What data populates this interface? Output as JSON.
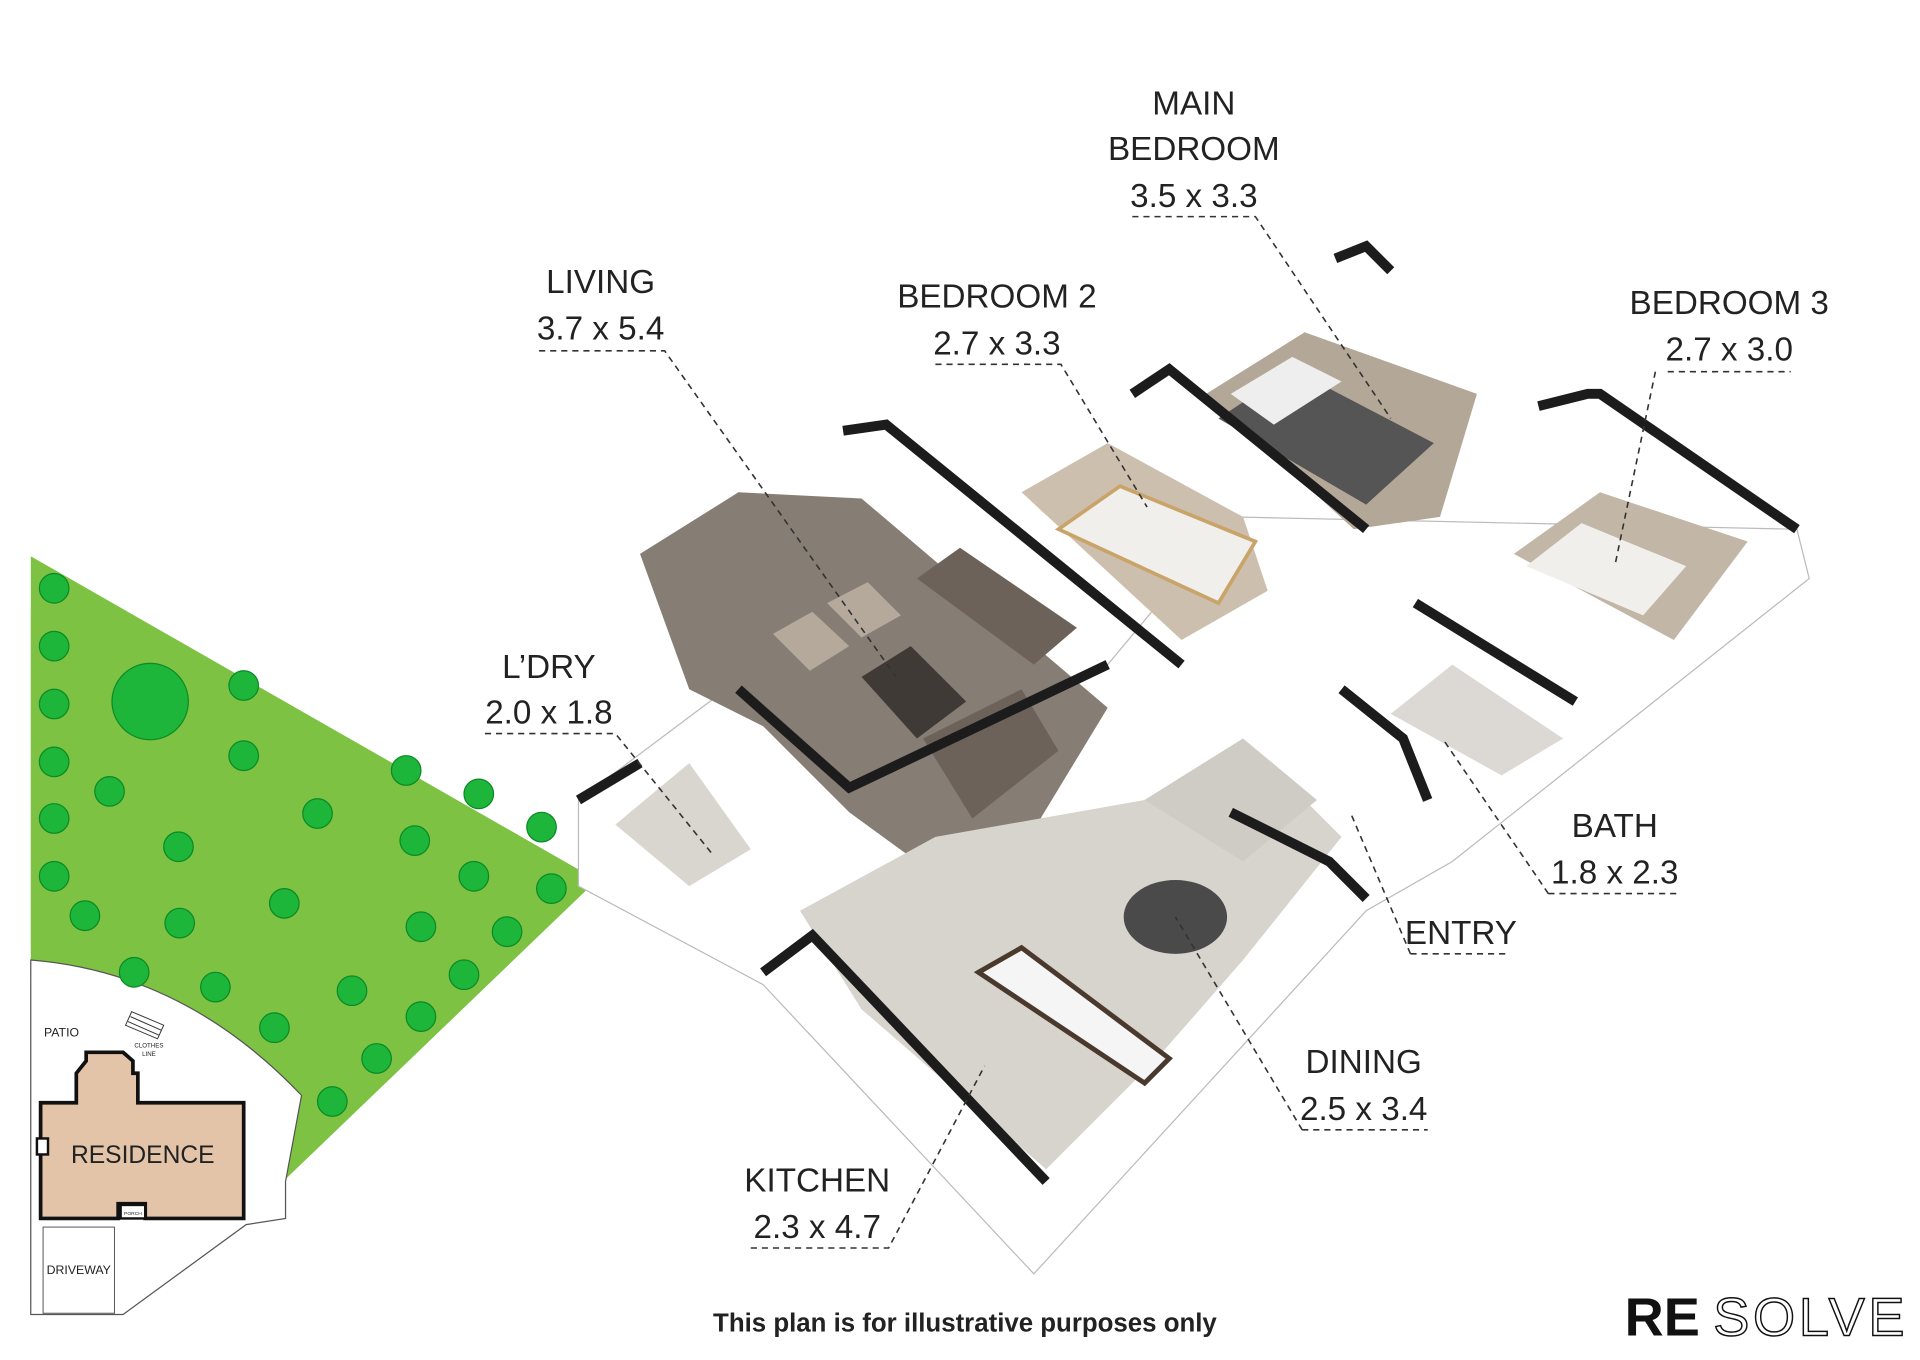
{
  "rooms": {
    "main_bedroom": {
      "name_line1": "MAIN",
      "name_line2": "BEDROOM",
      "size": "3.5 x 3.3"
    },
    "living": {
      "name": "LIVING",
      "size": "3.7 x 5.4"
    },
    "bedroom2": {
      "name": "BEDROOM 2",
      "size": "2.7 x 3.3"
    },
    "bedroom3": {
      "name": "BEDROOM 3",
      "size": "2.7 x 3.0"
    },
    "laundry": {
      "name": "L’DRY",
      "size": "2.0 x 1.8"
    },
    "bath": {
      "name": "BATH",
      "size": "1.8 x 2.3"
    },
    "entry": {
      "name": "ENTRY"
    },
    "dining": {
      "name": "DINING",
      "size": "2.5 x 3.4"
    },
    "kitchen": {
      "name": "KITCHEN",
      "size": "2.3 x 4.7"
    }
  },
  "site_plan": {
    "residence": "RESIDENCE",
    "patio": "PATIO",
    "clothes_line_1": "CLOTHES",
    "clothes_line_2": "LINE",
    "porch": "PORCH",
    "driveway": "DRIVEWAY",
    "colors": {
      "lawn": "#7dc242",
      "tree": "#1db53a",
      "residence": "#e3c4a8"
    }
  },
  "disclaimer": "This plan is for illustrative purposes only",
  "logo": {
    "bold": "RE",
    "light": "SOLVE"
  }
}
